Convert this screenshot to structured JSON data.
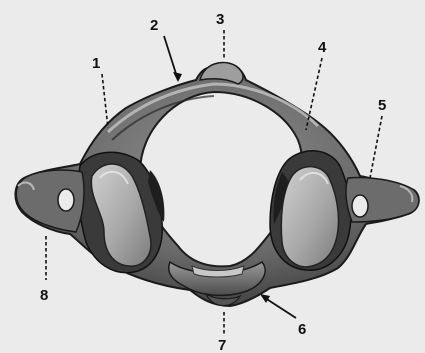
{
  "figure": {
    "subject": "atlas-vertebra",
    "background_color": "#ebebeb",
    "bone_color": "#6e6e6e",
    "facet_color": "#b9b9b9",
    "shadow_color": "#1c1c1c"
  },
  "labels": [
    {
      "id": "1",
      "text": "1"
    },
    {
      "id": "2",
      "text": "2"
    },
    {
      "id": "3",
      "text": "3"
    },
    {
      "id": "4",
      "text": "4"
    },
    {
      "id": "5",
      "text": "5"
    },
    {
      "id": "6",
      "text": "6"
    },
    {
      "id": "7",
      "text": "7"
    },
    {
      "id": "8",
      "text": "8"
    }
  ]
}
